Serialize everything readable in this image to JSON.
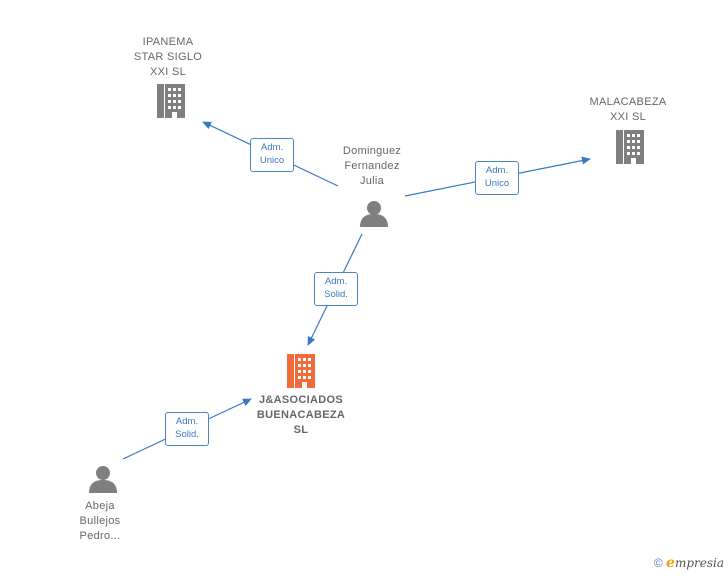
{
  "nodes": {
    "ipanema": {
      "label": "IPANEMA\nSTAR SIGLO\nXXI  SL",
      "type": "company"
    },
    "malacabeza": {
      "label": "MALACABEZA\nXXI  SL",
      "type": "company"
    },
    "dominguez": {
      "label": "Dominguez\nFernandez\nJulia",
      "type": "person"
    },
    "jasociados": {
      "label": "J&ASOCIADOS\nBUENACABEZA\nSL",
      "type": "company-focus"
    },
    "abeja": {
      "label": "Abeja\nBullejos\nPedro...",
      "type": "person"
    }
  },
  "edges": {
    "e1": {
      "label": "Adm.\nUnico"
    },
    "e2": {
      "label": "Adm.\nUnico"
    },
    "e3": {
      "label": "Adm.\nSolid."
    },
    "e4": {
      "label": "Adm.\nSolid."
    }
  },
  "colors": {
    "company": "#7f7f7f",
    "focus": "#f26b3a",
    "person": "#7f7f7f",
    "edge": "#3a78c2"
  },
  "footer": {
    "copyright": "©",
    "brand_initial": "e",
    "brand_rest": "mpresia"
  }
}
